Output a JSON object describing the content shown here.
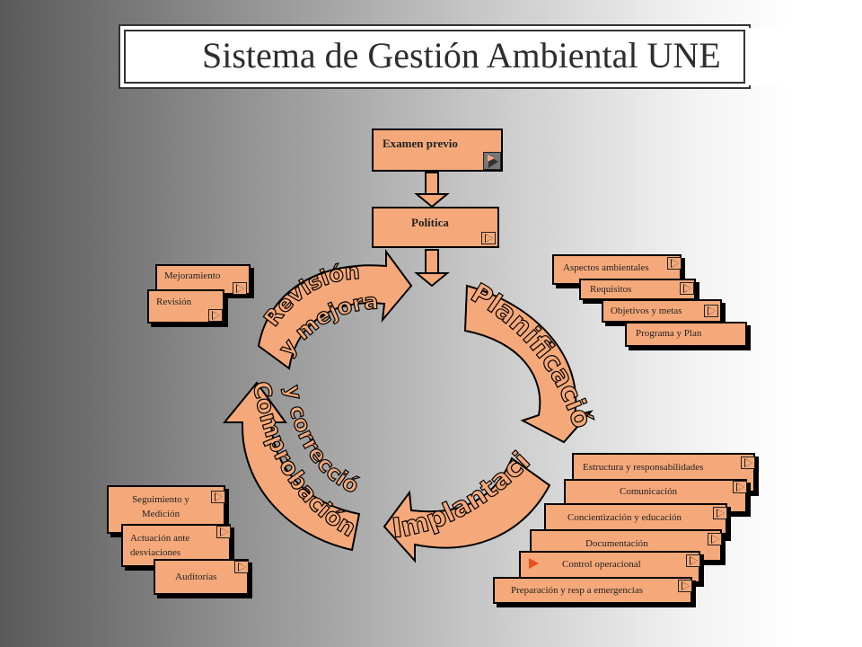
{
  "title": "Sistema de Gestión Ambiental UNE",
  "top_steps": {
    "examen": "Examen previo",
    "politica": "Política"
  },
  "cycle": {
    "planificacion": "Planificación",
    "implantacion": "Implantación",
    "comprobacion_line1": "Comprobación",
    "comprobacion_line2": "y corrección",
    "revision_line1": "Revisión",
    "revision_line2": "y mejora"
  },
  "planificacion_items": [
    "Aspectos ambientales",
    "Requisitos",
    "Objetivos y metas",
    "Programa y Plan"
  ],
  "implantacion_items": [
    "Estructura y responsabilidades",
    "Comunicación",
    "Concientización y educación",
    "Documentación",
    "Control operacional",
    "Preparación y resp a emergencias"
  ],
  "comprobacion_items": [
    "Seguimiento y Medición",
    "Actuación ante desviaciones",
    "Auditorías"
  ],
  "revision_items": [
    "Mejoramiento",
    "Revisión"
  ],
  "colors": {
    "box_fill": "#f5a97a",
    "arrow_fill": "#f5a97a",
    "accent_play": "#e8501e"
  }
}
